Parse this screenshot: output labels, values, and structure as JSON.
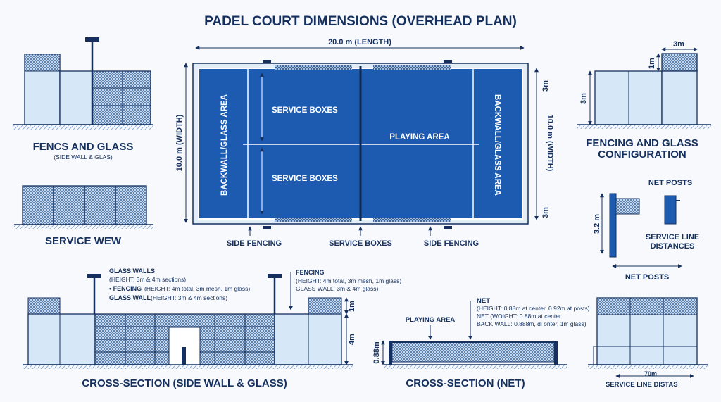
{
  "title": "PADEL COURT DIMENSIONS (OVERHEAD PLAN)",
  "plan": {
    "length_label": "20.0 m (LENGTH)",
    "width_label": "10.0 m (WIDTH)",
    "backwall_label": "BACKWALL/GLASS AREA",
    "service_boxes_label": "SERVICE BOXES",
    "playing_area_label": "PLAYING AREA",
    "edge_dim": "3m",
    "side_fencing_label": "SIDE FENCING",
    "service_boxes_bottom_label": "SERVICE BOXES"
  },
  "fence_glass_panel": {
    "title": "FENCS AND GLASS",
    "subtitle": "(SIDE WALL & GLAS)"
  },
  "service_view_panel": {
    "title": "SERVICE WEW"
  },
  "config_panel": {
    "title_line1": "FENCING AND GLASS",
    "title_line2": "CONFIGURATION",
    "dim_top": "3m",
    "dim_1m": "1m",
    "dim_3m": "3m"
  },
  "net_posts_panel": {
    "title": "NET POSTS",
    "height_dim": "3.2 m",
    "service_line_label_1": "SERVICE LINE",
    "service_line_label_2": "DISTANCES",
    "bottom_label": "NET POSTS"
  },
  "side_section": {
    "title": "CROSS-SECTION (SIDE WALL & GLASS)",
    "note1_title": "GLASS WALLS",
    "note1_detail": "(HEIGHT: 3m & 4m sections)",
    "note2_prefix": "• FENCING",
    "note2_detail": "(HEIGHT: 4m total, 3m mesh, 1m glass)",
    "note3_prefix": "GLASS WALL",
    "note3_detail": "(HEIGHT: 3m & 4m sections)",
    "note4_title": "FENCING",
    "note4_line1": "(HEIGHT: 4m total, 3m mesh, 1m glass)",
    "note4_line2": "GLASS WALL: 3m & 4m glass)",
    "dim_1m": "1m",
    "dim_4m": "4m"
  },
  "net_section": {
    "title": "CROSS-SECTION (NET)",
    "playing_area_label": "PLAYING AREA",
    "net_title": "NET",
    "net_line1": "(HEIGHT: 0.88m at center, 0.92m at posts)",
    "net_line2": "NET (WOIGHT: 0.88m at center.",
    "net_line3": "BACK WALL: 0.888m, di onter, 1m glass)",
    "height_dim": "0.88m"
  },
  "service_line_panel": {
    "dim": "70m",
    "label": "SERVICE LINE DISTAS"
  },
  "colors": {
    "court_blue": "#1d5bb0",
    "navy": "#15305e",
    "glass": "#d6e8f7",
    "line_blue": "#7ea7d3"
  }
}
